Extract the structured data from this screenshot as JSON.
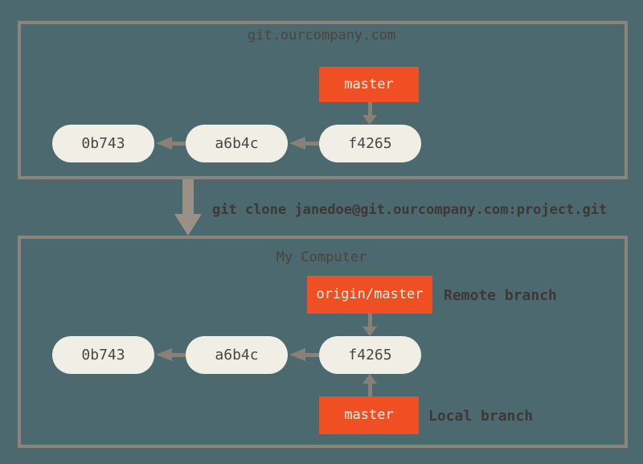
{
  "colors": {
    "background": "#4d6970",
    "box_border": "#8c8379",
    "commit_fill": "#f1efe5",
    "commit_text": "#4a453e",
    "branch_tag_fill": "#f04e23",
    "branch_tag_text": "#f5f2e9",
    "connector_arrow": "#8a8176",
    "clone_arrow": "#9a9186",
    "title_text": "#4a443d",
    "label_text": "#3d3833"
  },
  "server_box": {
    "title": "git.ourcompany.com",
    "branch_tag": "master",
    "commits": [
      "0b743",
      "a6b4c",
      "f4265"
    ]
  },
  "clone_arrow": {
    "command": "git clone janedoe@git.ourcompany.com:project.git"
  },
  "computer_box": {
    "title": "My Computer",
    "remote_branch_tag": "origin/master",
    "remote_branch_annotation": "Remote branch",
    "commits": [
      "0b743",
      "a6b4c",
      "f4265"
    ],
    "local_branch_tag": "master",
    "local_branch_annotation": "Local branch"
  }
}
